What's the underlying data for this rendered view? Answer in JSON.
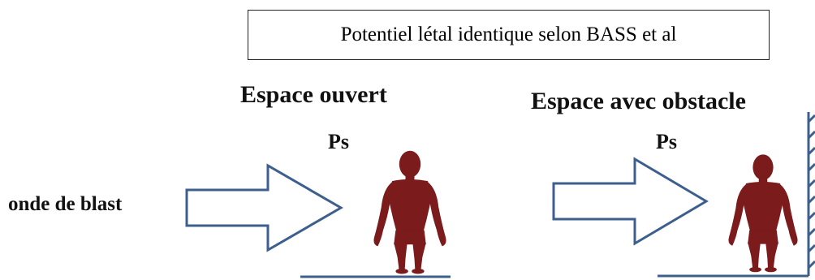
{
  "title": "Potentiel létal identique selon BASS et al",
  "left_panel": {
    "heading": "Espace ouvert",
    "pressure_label": "Ps"
  },
  "right_panel": {
    "heading": "Espace avec obstacle",
    "pressure_label": "Ps"
  },
  "side_label": "onde de blast",
  "colors": {
    "arrow_stroke": "#3d5f8e",
    "figure_fill": "#7b1b1b",
    "ground": "#3d5f8e",
    "text": "#111111"
  }
}
